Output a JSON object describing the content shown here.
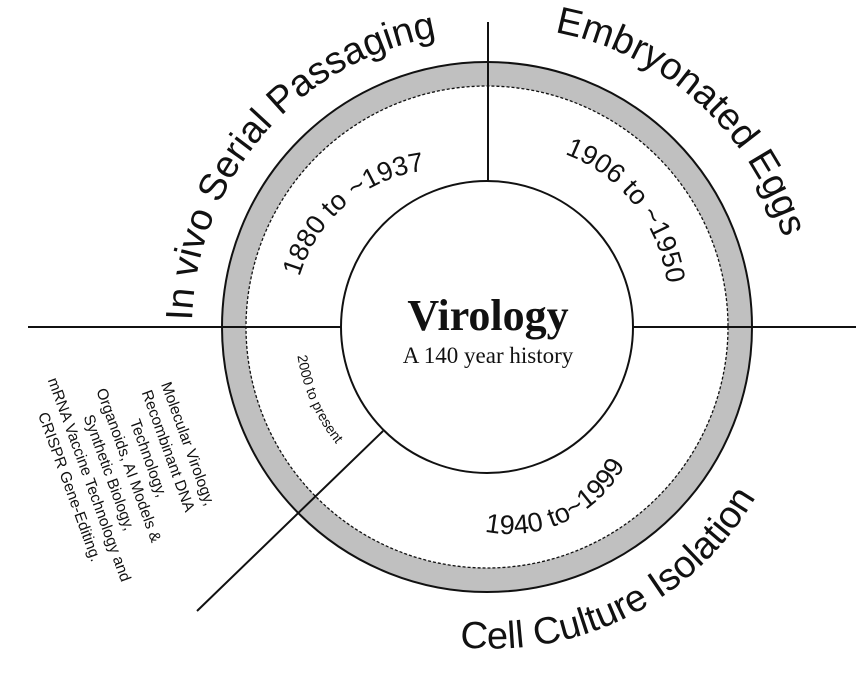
{
  "center": {
    "title": "Virology",
    "subtitle": "A 140 year history"
  },
  "eras": [
    {
      "title": "In vivo Serial Passaging",
      "range": "1880 to ~1937"
    },
    {
      "title": "Embryonated Eggs",
      "range": "1906 to ~1950"
    },
    {
      "title": "Cell Culture Isolation",
      "range": "1940 to~1999"
    },
    {
      "title": "",
      "range": "2000 to present"
    }
  ],
  "modern_era_items": [
    "Molecular Virology,",
    "Recombinant DNA",
    "Technology,",
    "Organoids, AI Models &",
    "Synthetic Biology,",
    "mRNA Vaccine Technology and",
    "CRISPR Gene-Editing."
  ],
  "colors": {
    "ring_fill": "#c0c0c0",
    "line": "#111111",
    "background": "#ffffff"
  }
}
